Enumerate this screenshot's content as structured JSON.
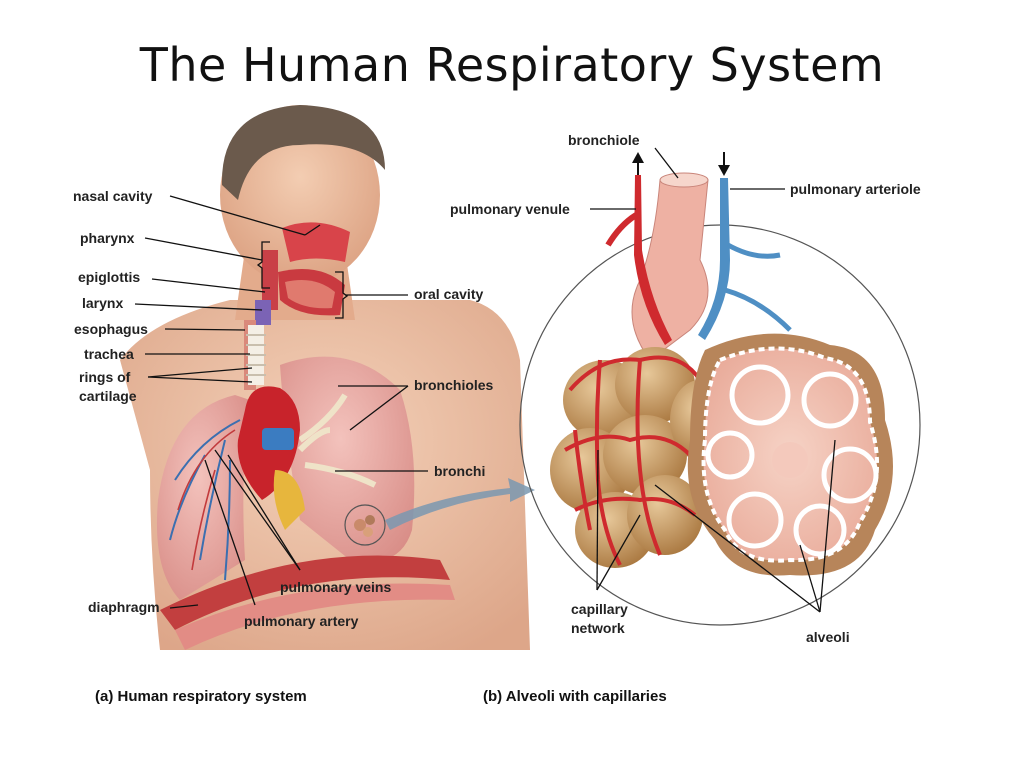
{
  "title": "The Human Respiratory System",
  "panel_a": {
    "caption": "(a) Human respiratory system",
    "labels": {
      "nasal_cavity": "nasal cavity",
      "pharynx": "pharynx",
      "epiglottis": "epiglottis",
      "larynx": "larynx",
      "esophagus": "esophagus",
      "trachea": "trachea",
      "rings_line1": "rings of",
      "rings_line2": "cartilage",
      "oral_cavity": "oral cavity",
      "bronchioles": "bronchioles",
      "bronchi": "bronchi",
      "pulmonary_veins": "pulmonary veins",
      "diaphragm": "diaphragm",
      "pulmonary_artery": "pulmonary artery"
    }
  },
  "panel_b": {
    "caption": "(b) Alveoli with capillaries",
    "labels": {
      "bronchiole": "bronchiole",
      "pulmonary_arteriole": "pulmonary arteriole",
      "pulmonary_venule": "pulmonary venule",
      "capillary_line1": "capillary",
      "capillary_line2": "network",
      "alveoli": "alveoli"
    }
  },
  "colors": {
    "skin": "#e9b99a",
    "lung": "#e8a7a0",
    "artery_red": "#cf2a2e",
    "vein_blue": "#4f8fc4",
    "alveolus_tan": "#c99a62",
    "alveolus_pink": "#f2c6b8"
  }
}
